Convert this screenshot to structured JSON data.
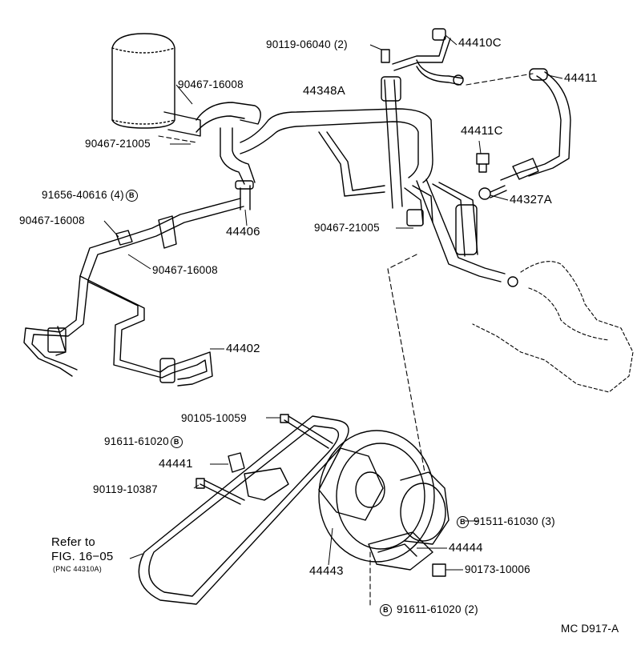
{
  "bolt_mark": "B",
  "labels": {
    "p44410C": "44410C",
    "p90119_06040": "90119-06040",
    "p90119_06040_qty": "(2)",
    "p44411": "44411",
    "p44348A": "44348A",
    "p90467_16008_top": "90467-16008",
    "p90467_21005_top": "90467-21005",
    "p44411C": "44411C",
    "p44327A": "44327A",
    "p91656_40616": "91656-40616",
    "p91656_40616_qty": "(4)",
    "p90467_16008_left": "90467-16008",
    "p44406": "44406",
    "p90467_21005_mid": "90467-21005",
    "p90467_16008_mid": "90467-16008",
    "p44402": "44402",
    "p90105_10059": "90105-10059",
    "p91611_61020_top": "91611-61020",
    "p44441": "44441",
    "p90119_10387": "90119-10387",
    "p91511_61030": "91511-61030",
    "p91511_61030_qty": "(3)",
    "p44444": "44444",
    "p90173_10006": "90173-10006",
    "p44443": "44443",
    "p91611_61020_bot": "91611-61020",
    "p91611_61020_bot_qty": "(2)",
    "refer_line1": "Refer to",
    "refer_line2": "FIG. 16−05",
    "refer_line3": "(PNC 44310A)",
    "diagram_code": "MC D917-A"
  }
}
